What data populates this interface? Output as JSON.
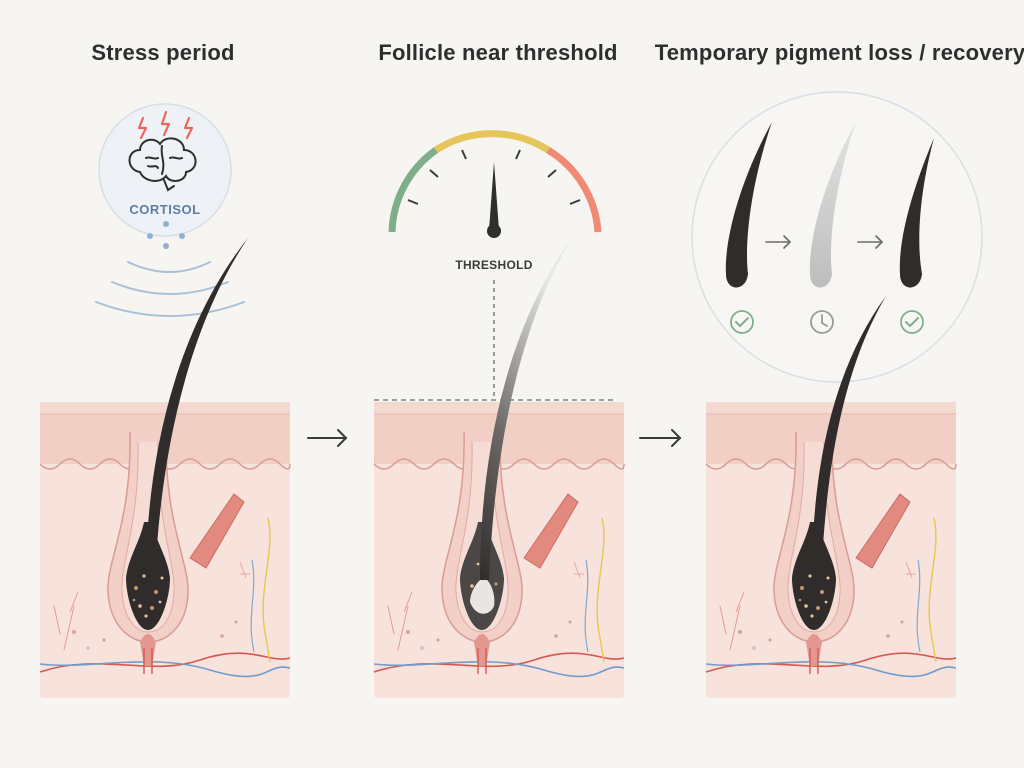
{
  "panels": [
    {
      "title": "Stress period"
    },
    {
      "title": "Follicle near threshold"
    },
    {
      "title": "Temporary pigment loss / recovery"
    }
  ],
  "labels": {
    "cortisol": "CORTISOL",
    "threshold": "THRESHOLD"
  },
  "icons": {
    "stress": "brain-with-lightning-icon",
    "step_ok": "check-circle-icon",
    "step_wait": "clock-icon",
    "arrow": "right-arrow-icon"
  },
  "colors": {
    "background": "#f7f5f2",
    "skin": "#f6dcd3",
    "pigment_dark": "#2f2c2b",
    "gray_hair": "#c9c9c9",
    "gauge_low": "#7fae8a",
    "gauge_mid": "#e6c55a",
    "gauge_high": "#f08a74"
  }
}
